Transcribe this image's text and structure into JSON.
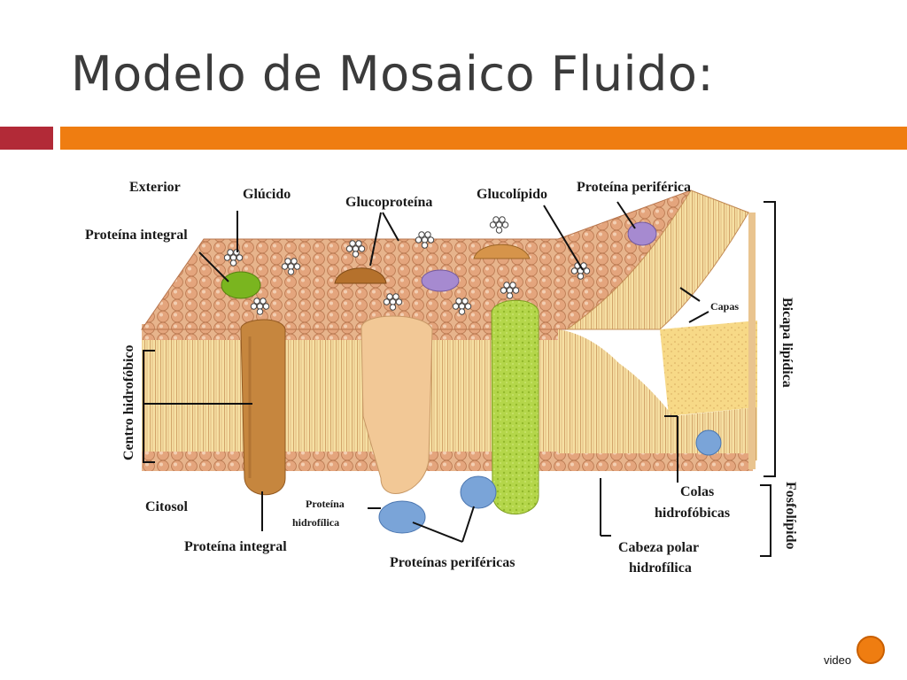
{
  "slide": {
    "title": "Modelo de Mosaico Fluido:"
  },
  "labels": {
    "exterior": "Exterior",
    "glucido": "Glúcido",
    "glucoproteina": "Glucoproteína",
    "glucolipido": "Glucolípido",
    "proteina_periferica_top": "Proteína periférica",
    "proteina_integral_top": "Proteína integral",
    "capas": "Capas",
    "bicapa_lipidica": "Bicapa lipídica",
    "centro_hidrofobico": "Centro hidrofóbico",
    "citosol": "Citosol",
    "proteina_hidrofilica_line1": "Proteína",
    "proteina_hidrofilica_line2": "hidrofílica",
    "proteina_integral_bottom": "Proteína integral",
    "proteinas_perifericas": "Proteínas periféricas",
    "colas_line1": "Colas",
    "colas_line2": "hidrofóbicas",
    "cabeza_line1": "Cabeza polar",
    "cabeza_line2": "hidrofílica",
    "fosfolipido": "Fosfolípido"
  },
  "video": {
    "label": "video"
  },
  "colors": {
    "accent_red": "#b22a37",
    "accent_orange": "#ef7d11",
    "head": "#e2a57c",
    "tail": "#f3dc9a",
    "integral_protein_brown": "#c98a45",
    "integral_protein_tan": "#f1c896",
    "integral_protein_green": "#a7cc3b",
    "peripheral_blue": "#7aa4d8",
    "peripheral_purple": "#a68ad0"
  }
}
